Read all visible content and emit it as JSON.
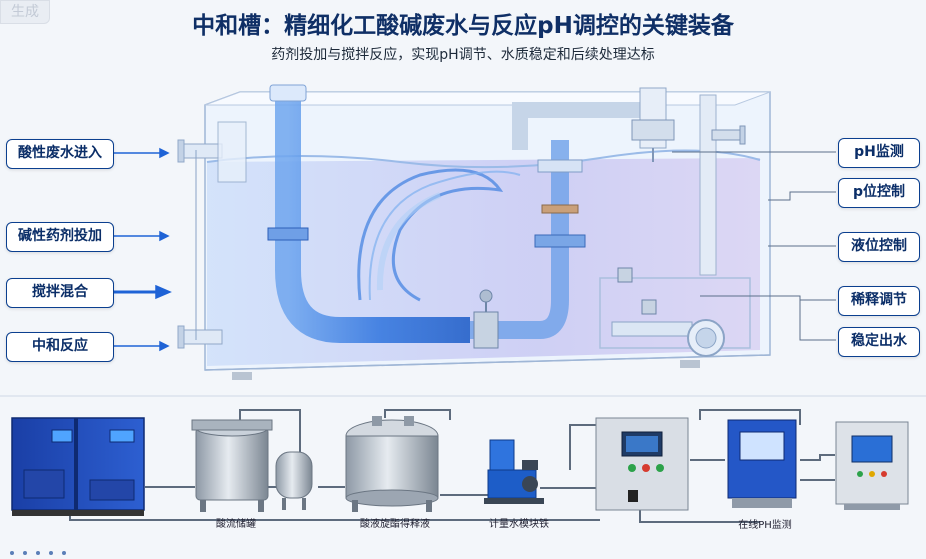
{
  "watermark": "生成",
  "title": "中和槽：精细化工酸碱废水与反应pH调控的关键装备",
  "subtitle": "药剂投加与搅拌反应，实现pH调节、水质稳定和后续处理达标",
  "left_labels": [
    "酸性废水进入",
    "碱性药剂投加",
    "搅拌混合",
    "中和反应"
  ],
  "right_labels": [
    "pH监测",
    "p位控制",
    "液位控制",
    "稀释调节",
    "稳定出水"
  ],
  "equipment_captions": [
    "酸流储罐",
    "酸液旋酯得释液",
    "计量水模块铁",
    "在线PH监测"
  ],
  "colors": {
    "title": "#0f2f66",
    "label_border": "#0b3f8f",
    "accent": "#1e63d6",
    "water": "#b9d3f5"
  }
}
